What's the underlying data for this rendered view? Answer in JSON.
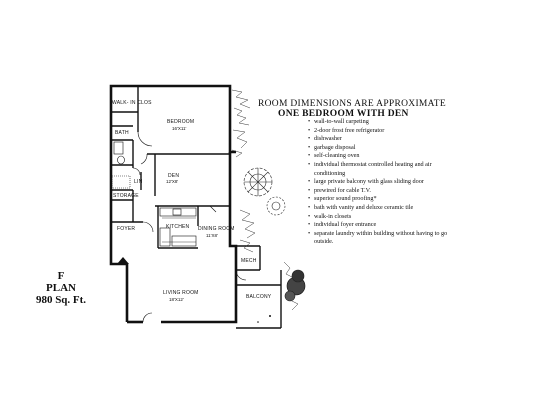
{
  "heading": {
    "line1": "ROOM DIMENSIONS ARE APPROXIMATE",
    "line2": "ONE BEDROOM WITH DEN"
  },
  "features": [
    "wall-to-wall carpeting",
    "2-door frost free refrigerator",
    "dishwasher",
    "garbage disposal",
    "self-cleaning oven",
    "individual thermostat controlled heating and air conditioning",
    "large private balcony with glass sliding door",
    "prewired for cable T.V.",
    "superior sound proofing*",
    "bath with vanity and deluxe ceramic tile",
    "walk-in closets",
    "individual foyer entrance",
    "separate laundry within building without having to go outside."
  ],
  "plan": {
    "letter": "F",
    "word": "PLAN",
    "area": "980 Sq. Ft."
  },
  "rooms": {
    "walk_in_clos": "WALK- IN CLOS",
    "bath": "BATH",
    "bedroom": {
      "name": "BEDROOM",
      "dims": "16'X11'"
    },
    "den": {
      "name": "DEN",
      "dims": "12'X8'"
    },
    "lin": "LIN",
    "storage": "STORAGE",
    "foyer": "FOYER",
    "kitchen": "KITCHEN",
    "dining": {
      "name": "DINING ROOM",
      "dims": "11'X8'"
    },
    "mech": "MECH",
    "living": {
      "name": "LIVING ROOM",
      "dims": "18'X12'"
    },
    "balcony": "BALCONY"
  }
}
